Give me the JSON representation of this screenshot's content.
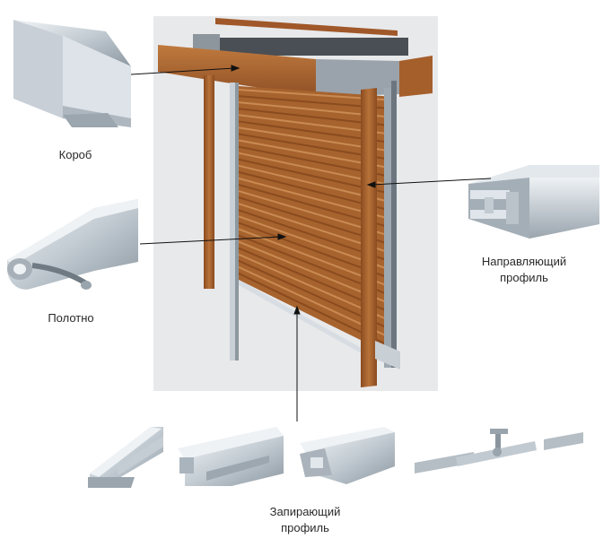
{
  "labels": {
    "box": "Короб",
    "curtain": "Полотно",
    "guide_line1": "Направляющий",
    "guide_line2": "профиль",
    "lock_line1": "Запирающий",
    "lock_line2": "профиль"
  },
  "colors": {
    "wood_light": "#b8733a",
    "wood_dark": "#7a4219",
    "metal_light": "#dfe5ea",
    "metal_mid": "#aab4bd",
    "metal_dark": "#7d8892",
    "backdrop": "#e9eaec",
    "pointer": "#111111"
  }
}
